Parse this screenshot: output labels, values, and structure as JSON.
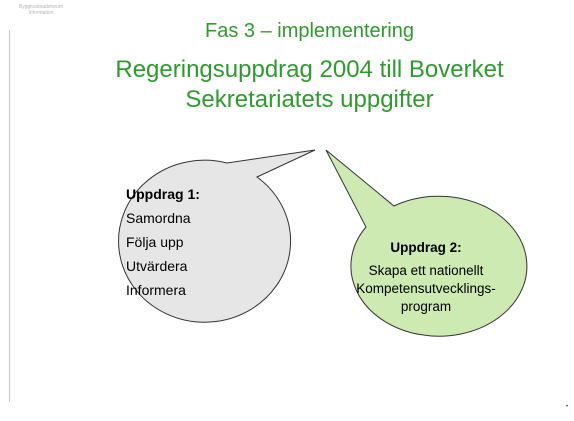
{
  "logo": {
    "line1": "Byggkostnadsforum",
    "line2": "Information"
  },
  "slide": {
    "subtitle": "Fas 3 – implementering",
    "title_lines": [
      "Regeringsuppdrag 2004 till Boverket",
      "Sekretariatets uppgifter"
    ]
  },
  "bubble1": {
    "heading": "Uppdrag 1:",
    "items": [
      "Samordna",
      "Följa upp",
      "Utvärdera",
      "Informera"
    ],
    "fill": "#e6e6e6"
  },
  "bubble2": {
    "heading": "Uppdrag 2:",
    "lines": [
      "Skapa ett nationellt",
      "Kompetensutvecklings-",
      "program"
    ],
    "fill": "#cdeab2"
  },
  "page_mark": "•"
}
